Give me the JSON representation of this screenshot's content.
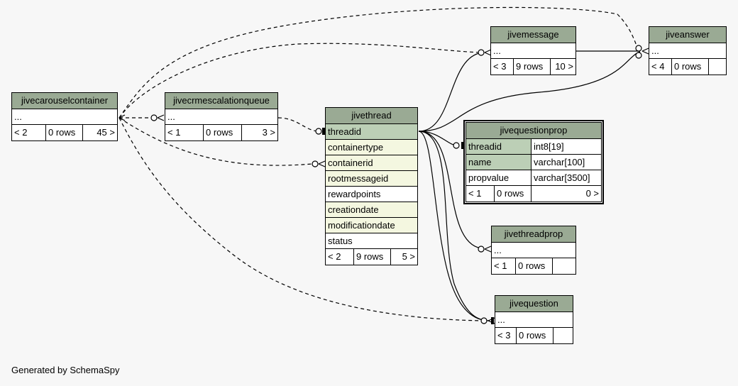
{
  "footer": {
    "generated_by": "Generated by SchemaSpy"
  },
  "tables": {
    "jivecarouselcontainer": {
      "name": "jivecarouselcontainer",
      "rows": [
        "..."
      ],
      "footer": [
        "< 2",
        "0 rows",
        "45 >"
      ]
    },
    "jivecrmescalationqueue": {
      "name": "jivecrmescalationqueue",
      "rows": [
        "..."
      ],
      "footer": [
        "< 1",
        "0 rows",
        "3 >"
      ]
    },
    "jivethread": {
      "name": "jivethread",
      "rows": [
        "threadid",
        "containertype",
        "containerid",
        "rootmessageid",
        "rewardpoints",
        "creationdate",
        "modificationdate",
        "status"
      ],
      "footer": [
        "< 2",
        "9 rows",
        "5 >"
      ]
    },
    "jivemessage": {
      "name": "jivemessage",
      "rows": [
        "..."
      ],
      "footer": [
        "< 3",
        "9 rows",
        "10 >"
      ]
    },
    "jiveanswer": {
      "name": "jiveanswer",
      "rows": [
        "..."
      ],
      "footer": [
        "< 4",
        "0 rows",
        ""
      ]
    },
    "jivequestionprop": {
      "name": "jivequestionprop",
      "rows": [
        {
          "column": "threadid",
          "type": "int8[19]"
        },
        {
          "column": "name",
          "type": "varchar[100]"
        },
        {
          "column": "propvalue",
          "type": "varchar[3500]"
        }
      ],
      "footer": [
        "< 1",
        "0 rows",
        "0 >"
      ]
    },
    "jivethreadprop": {
      "name": "jivethreadprop",
      "rows": [
        "..."
      ],
      "footer": [
        "< 1",
        "0 rows",
        ""
      ]
    },
    "jivequestion": {
      "name": "jivequestion",
      "rows": [
        "..."
      ],
      "footer": [
        "< 3",
        "0 rows",
        ""
      ]
    }
  }
}
